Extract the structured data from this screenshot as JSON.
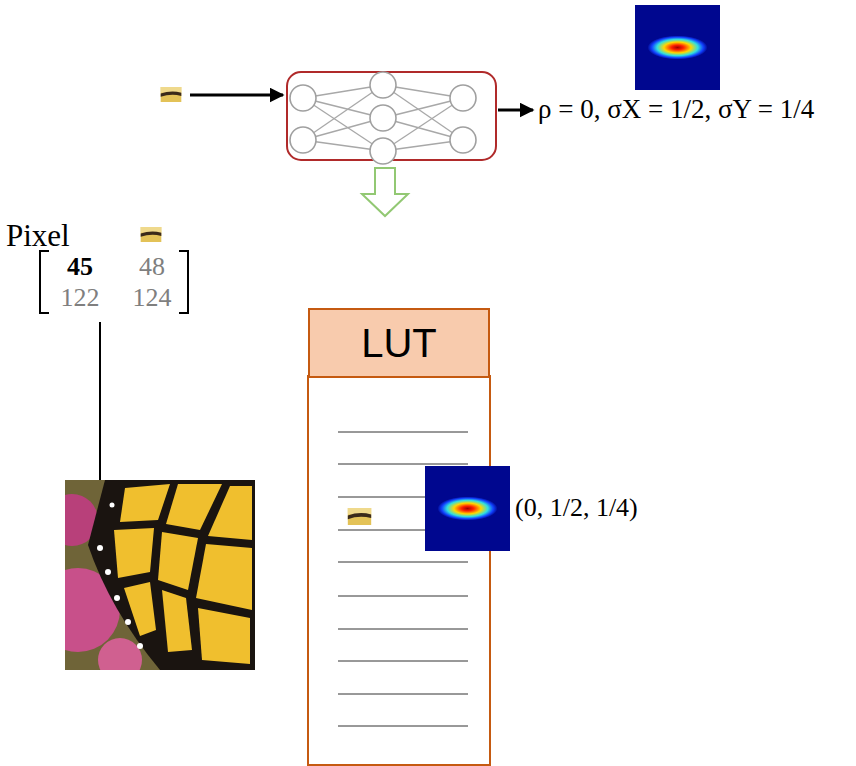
{
  "diagram": {
    "nodes": [
      {
        "text": [
          "LUT"
        ]
      }
    ],
    "labels": [
      "ρ = 0, σX = 1/2, σY = 1/4",
      "Pixel",
      "45",
      "48",
      "122",
      "124",
      "(0, 1/2, 1/4)"
    ]
  }
}
